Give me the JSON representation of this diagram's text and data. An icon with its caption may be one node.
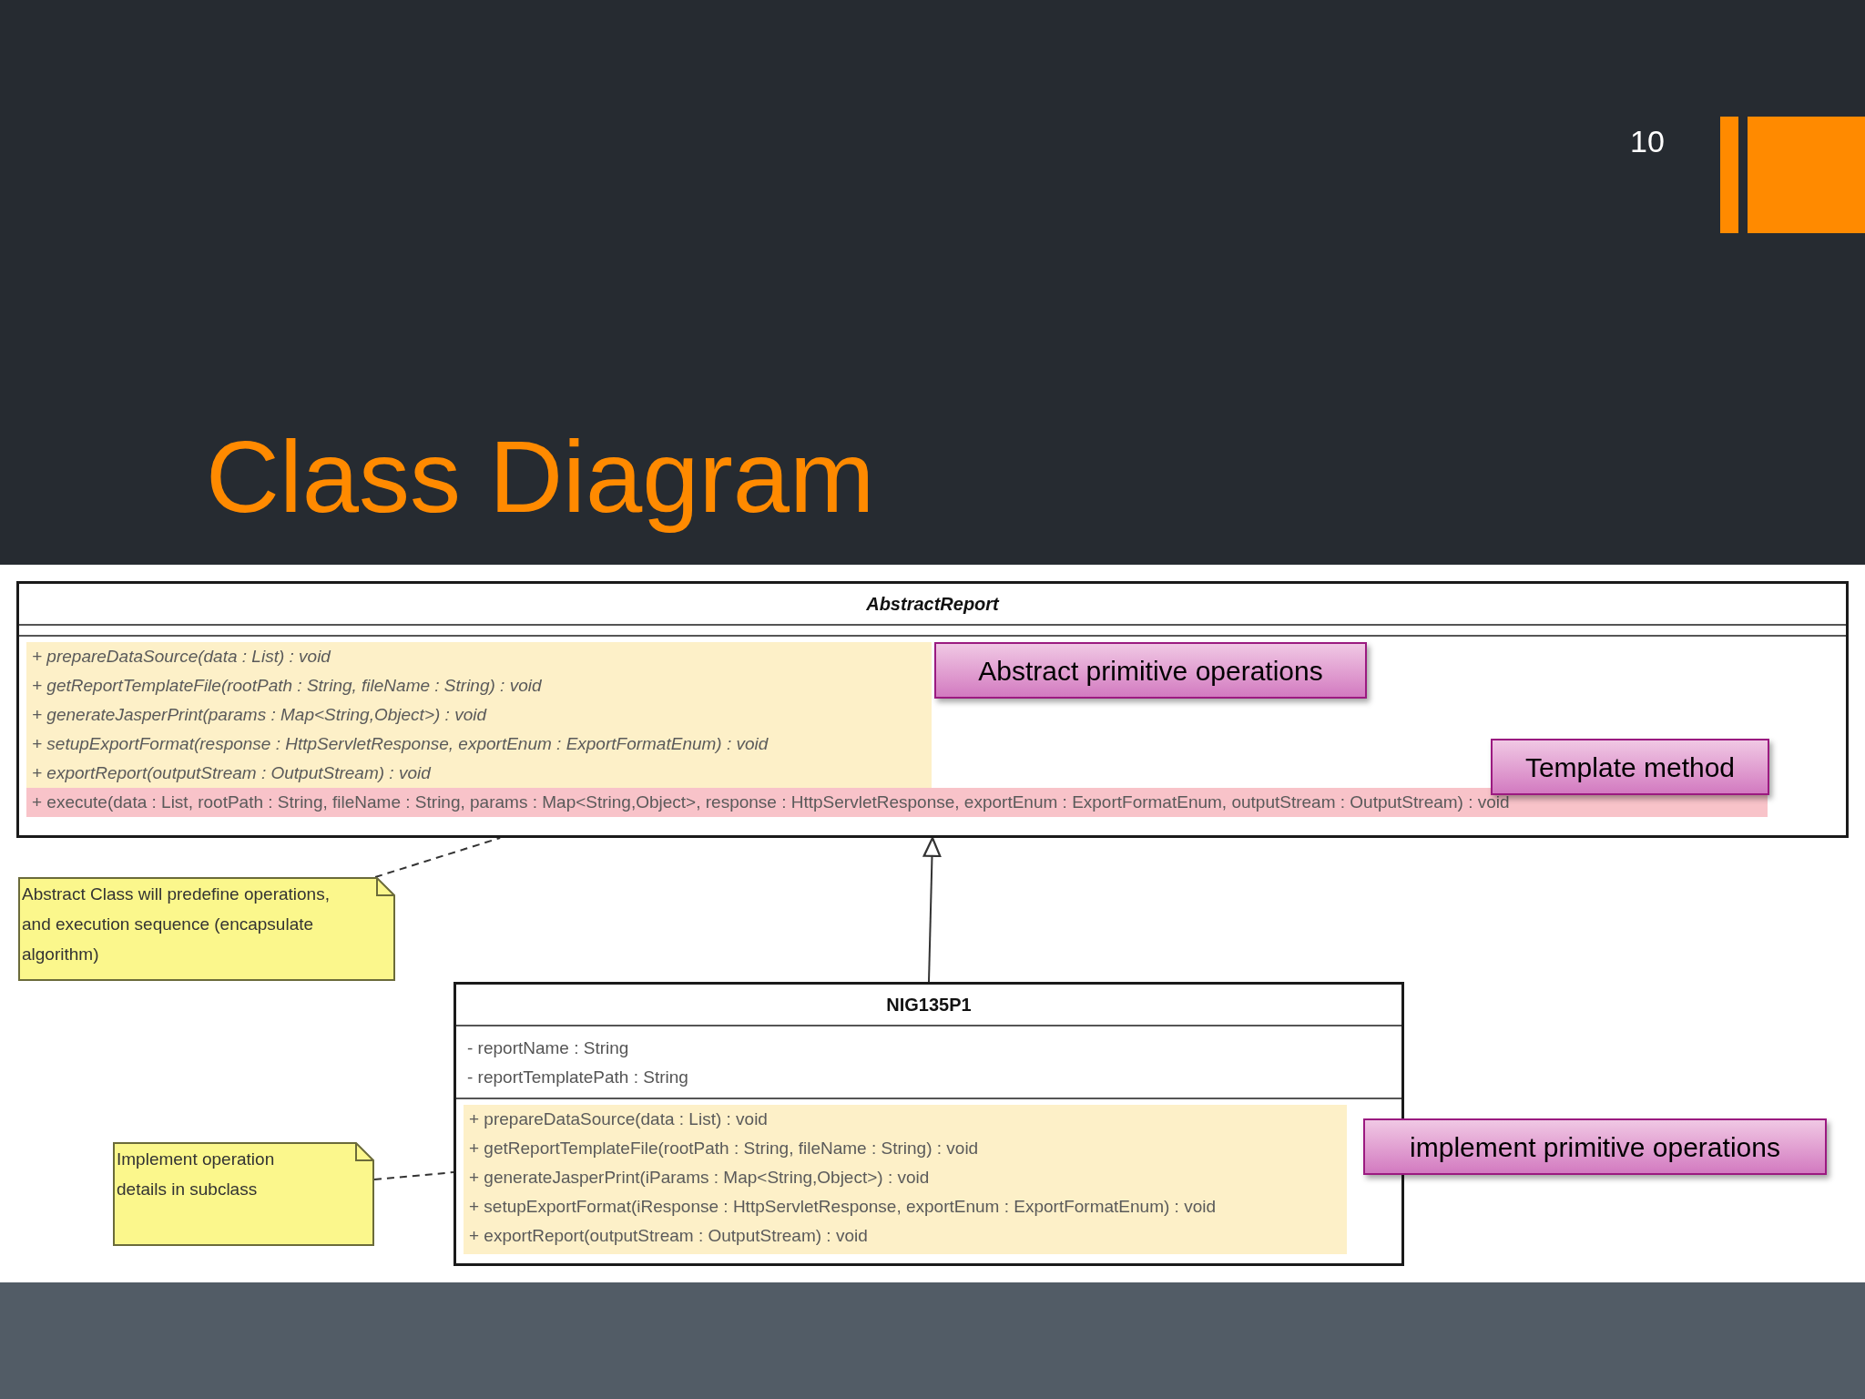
{
  "diagram": {
    "title": "Class Diagram",
    "nodes": [
      {
        "text": [
          "AbstractReport",
          "+ prepareDataSource(data : List) : void",
          "+ getReportTemplateFile(rootPath : String, fileName : String) : void",
          "+ generateJasperPrint(params : Map<String,Object>) : void",
          "+ setupExportFormat(response : HttpServletResponse, exportEnum : ExportFormatEnum) : void",
          "+ exportReport(outputStream : OutputStream) : void",
          "+ execute(data : List, rootPath : String, fileName : String, params : Map<String,Object>, response : HttpServletResponse, exportEnum : ExportFormatEnum, outputStream : OutputStream) : void"
        ]
      },
      {
        "text": [
          "Abstract primitive operations"
        ],
        "in": 0
      },
      {
        "text": [
          "Template method"
        ],
        "in": 0
      },
      {
        "text": [
          "Abstract Class will predefine operations, and execution sequence (encapsulate algorithm)"
        ]
      },
      {
        "text": [
          "NIG135P1",
          "- reportName : String",
          "- reportTemplatePath : String",
          "+ prepareDataSource(data : List) : void",
          "+ getReportTemplateFile(rootPath : String, fileName : String) : void",
          "+ generateJasperPrint(iParams : Map<String,Object>) : void",
          "+ setupExportFormat(iResponse : HttpServletResponse, exportEnum : ExportFormatEnum) : void",
          "+ exportReport(outputStream : OutputStream) : void"
        ]
      },
      {
        "text": [
          "Implement operation details in subclass"
        ]
      },
      {
        "text": [
          "implement primitive operations"
        ]
      }
    ],
    "edges": [
      {
        "from": 4,
        "to": 0,
        "arrow": "to"
      },
      {
        "from": 3,
        "to": 0,
        "arrow": "none",
        "style": "dashed"
      },
      {
        "from": 5,
        "to": 4,
        "arrow": "none",
        "style": "dashed"
      }
    ],
    "labels": [
      "10"
    ]
  }
}
